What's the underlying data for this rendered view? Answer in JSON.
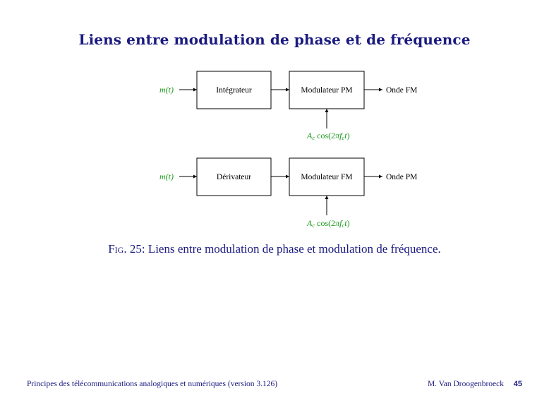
{
  "title": "Liens entre modulation de phase et de fréquence",
  "diagram1": {
    "input": "m(t)",
    "block1": "Intégrateur",
    "block2": "Modulateur PM",
    "output": "Onde FM",
    "carrier": "A_c cos(2π f_c t)"
  },
  "diagram2": {
    "input": "m(t)",
    "block1": "Dérivateur",
    "block2": "Modulateur FM",
    "output": "Onde PM",
    "carrier": "A_c cos(2π f_c t)"
  },
  "caption": {
    "fig_label": "Fig.",
    "number": "25:",
    "text": "Liens entre modulation de phase et modulation de fréquence."
  },
  "footer": {
    "course": "Principes des télécommunications analogiques et numériques (version 3.126)",
    "author": "M. Van Droogenbroeck",
    "page": "45"
  },
  "colors": {
    "title": "#1a1a80",
    "signal": "#1a9a1a"
  }
}
